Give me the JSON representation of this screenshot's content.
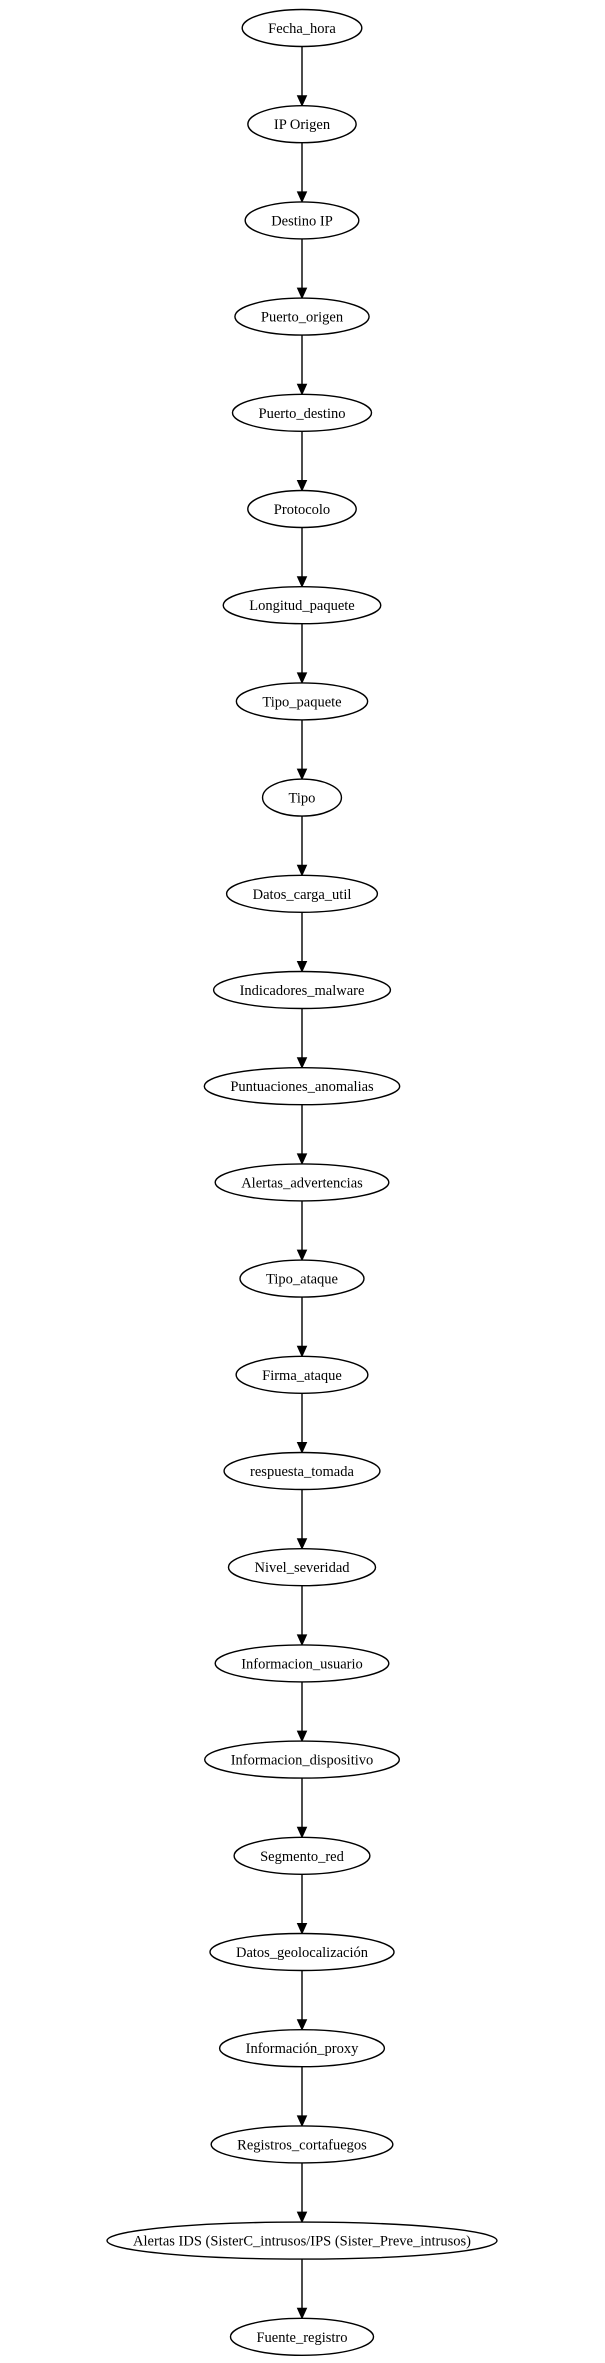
{
  "nodes": [
    {
      "id": "n0",
      "label": "Fecha_hora"
    },
    {
      "id": "n1",
      "label": "IP Origen"
    },
    {
      "id": "n2",
      "label": "Destino IP"
    },
    {
      "id": "n3",
      "label": "Puerto_origen"
    },
    {
      "id": "n4",
      "label": "Puerto_destino"
    },
    {
      "id": "n5",
      "label": "Protocolo"
    },
    {
      "id": "n6",
      "label": "Longitud_paquete"
    },
    {
      "id": "n7",
      "label": "Tipo_paquete"
    },
    {
      "id": "n8",
      "label": "Tipo"
    },
    {
      "id": "n9",
      "label": "Datos_carga_util"
    },
    {
      "id": "n10",
      "label": "Indicadores_malware"
    },
    {
      "id": "n11",
      "label": "Puntuaciones_anomalias"
    },
    {
      "id": "n12",
      "label": "Alertas_advertencias"
    },
    {
      "id": "n13",
      "label": "Tipo_ataque"
    },
    {
      "id": "n14",
      "label": "Firma_ataque"
    },
    {
      "id": "n15",
      "label": "respuesta_tomada"
    },
    {
      "id": "n16",
      "label": "Nivel_severidad"
    },
    {
      "id": "n17",
      "label": "Informacion_usuario"
    },
    {
      "id": "n18",
      "label": "Informacion_dispositivo"
    },
    {
      "id": "n19",
      "label": "Segmento_red"
    },
    {
      "id": "n20",
      "label": "Datos_geolocalización"
    },
    {
      "id": "n21",
      "label": "Información_proxy"
    },
    {
      "id": "n22",
      "label": "Registros_cortafuegos"
    },
    {
      "id": "n23",
      "label": "Alertas IDS (SisterC_intrusos/IPS (Sister_Preve_intrusos)"
    },
    {
      "id": "n24",
      "label": "Fuente_registro"
    }
  ],
  "edges": [
    {
      "from": "n0",
      "to": "n1"
    },
    {
      "from": "n1",
      "to": "n2"
    },
    {
      "from": "n2",
      "to": "n3"
    },
    {
      "from": "n3",
      "to": "n4"
    },
    {
      "from": "n4",
      "to": "n5"
    },
    {
      "from": "n5",
      "to": "n6"
    },
    {
      "from": "n6",
      "to": "n7"
    },
    {
      "from": "n7",
      "to": "n8"
    },
    {
      "from": "n8",
      "to": "n9"
    },
    {
      "from": "n9",
      "to": "n10"
    },
    {
      "from": "n10",
      "to": "n11"
    },
    {
      "from": "n11",
      "to": "n12"
    },
    {
      "from": "n12",
      "to": "n13"
    },
    {
      "from": "n13",
      "to": "n14"
    },
    {
      "from": "n14",
      "to": "n15"
    },
    {
      "from": "n15",
      "to": "n16"
    },
    {
      "from": "n16",
      "to": "n17"
    },
    {
      "from": "n17",
      "to": "n18"
    },
    {
      "from": "n18",
      "to": "n19"
    },
    {
      "from": "n19",
      "to": "n20"
    },
    {
      "from": "n20",
      "to": "n21"
    },
    {
      "from": "n21",
      "to": "n22"
    },
    {
      "from": "n22",
      "to": "n23"
    },
    {
      "from": "n23",
      "to": "n24"
    }
  ]
}
